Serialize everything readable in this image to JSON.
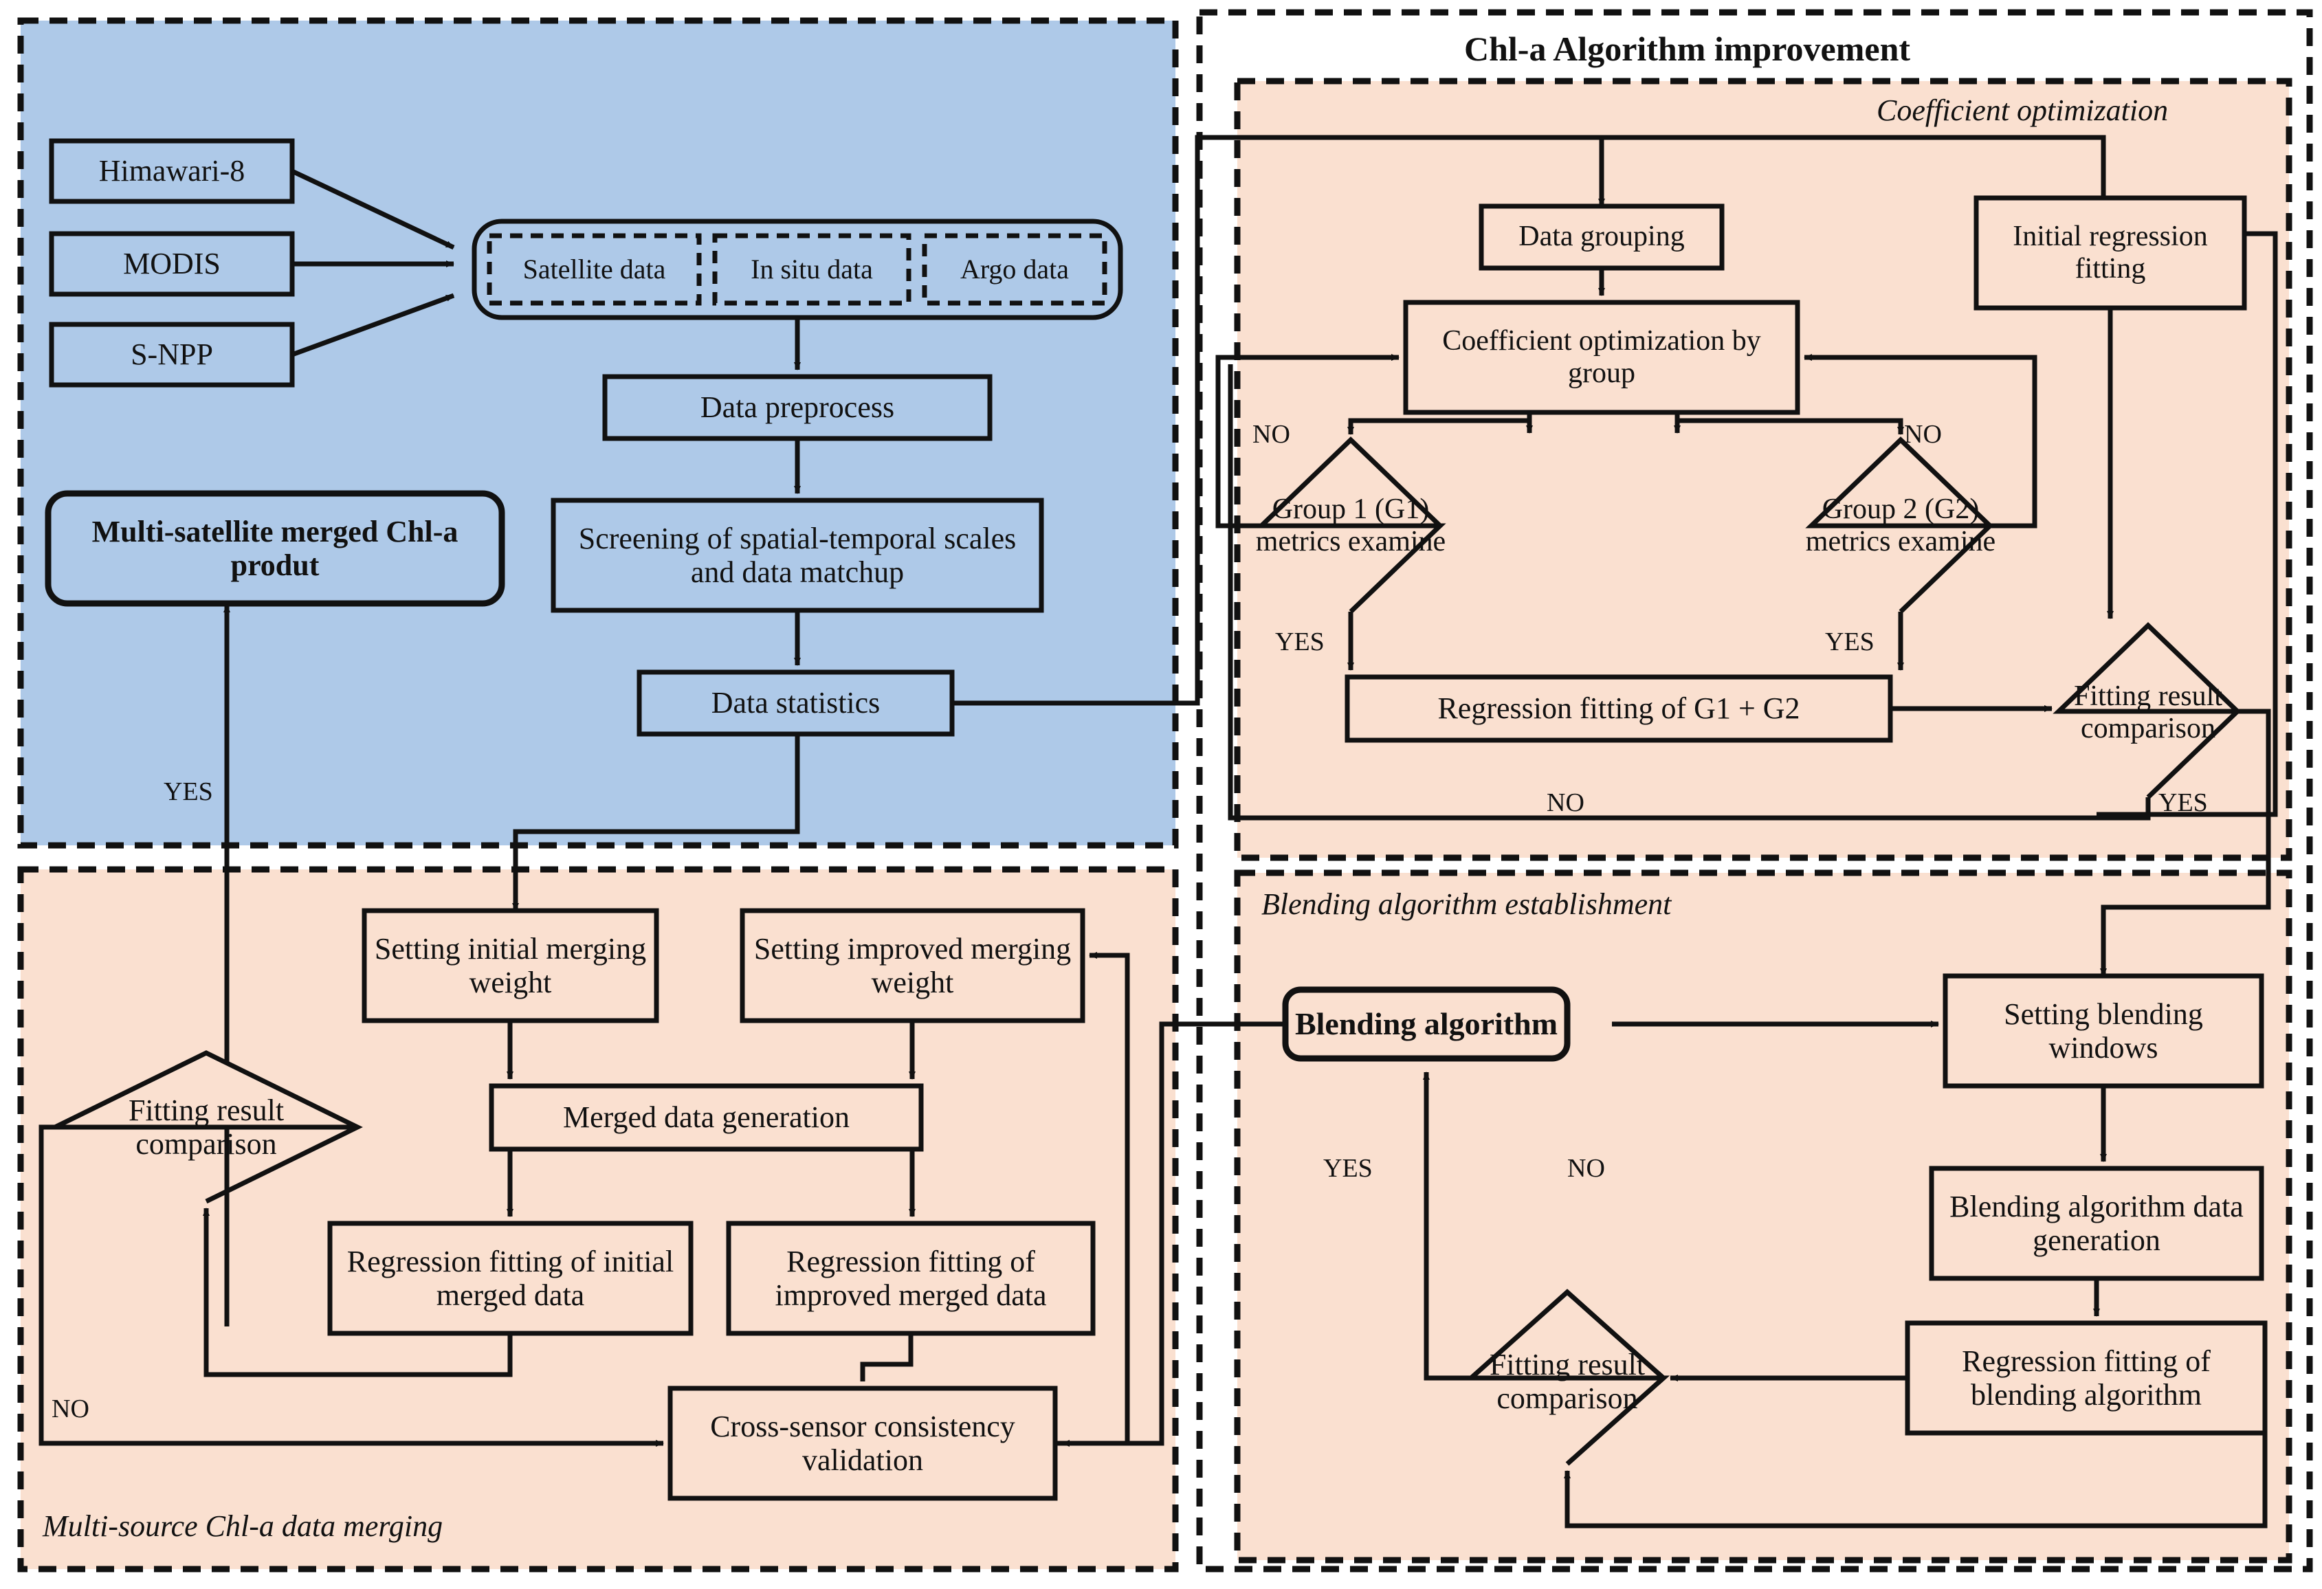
{
  "colors": {
    "blue_panel": "#AEC9E8",
    "peach_panel": "#FAE0D0",
    "stroke": "#111111",
    "page_bg": "#FFFFFF"
  },
  "main_title": "Chl-a Algorithm improvement",
  "sections": {
    "data_collection": {
      "title": ""
    },
    "coefficient_optimization": {
      "title": "Coefficient optimization"
    },
    "blending": {
      "title": "Blending algorithm establishment"
    },
    "merging": {
      "title": "Multi-source Chl-a data merging"
    }
  },
  "nodes": {
    "himawari": "Himawari-8",
    "modis": "MODIS",
    "snpp": "S-NPP",
    "satellite_data": "Satellite data",
    "in_situ_data": "In situ data",
    "argo_data": "Argo data",
    "data_preprocess": "Data preprocess",
    "screening": "Screening of spatial-temporal scales and data matchup",
    "data_statistics": "Data statistics",
    "merged_product": "Multi-satellite merged Chl-a produt",
    "data_grouping": "Data grouping",
    "initial_regression_fitting": "Initial regression fitting",
    "coefficient_optimization_by_group": "Coefficient optimization by group",
    "group1_metrics": "Group 1 (G1) metrics examine",
    "group2_metrics": "Group 2 (G2) metrics examine",
    "regression_g1_g2": "Regression fitting of G1 + G2",
    "fitting_result_comparison_co": "Fitting result comparison",
    "setting_initial_weight": "Setting initial merging weight",
    "setting_improved_weight": "Setting improved merging weight",
    "merged_data_generation": "Merged data generation",
    "regression_initial_merged": "Regression fitting of initial merged data",
    "regression_improved_merged": "Regression fitting of improved merged data",
    "cross_sensor_validation": "Cross-sensor consistency validation",
    "fitting_result_comparison_merge": "Fitting result comparison",
    "blending_algorithm": "Blending algorithm",
    "setting_blending_windows": "Setting blending windows",
    "blending_data_generation": "Blending algorithm data generation",
    "regression_blending": "Regression fitting of blending algorithm",
    "fitting_result_comparison_blend": "Fitting result comparison"
  },
  "edge_labels": {
    "co_no_left": "NO",
    "co_no_right": "NO",
    "co_yes_left": "YES",
    "co_yes_right": "YES",
    "co_no_bottom": "NO",
    "co_yes_bottom": "YES",
    "merge_yes": "YES",
    "merge_no": "NO",
    "blend_yes": "YES",
    "blend_no": "NO"
  }
}
